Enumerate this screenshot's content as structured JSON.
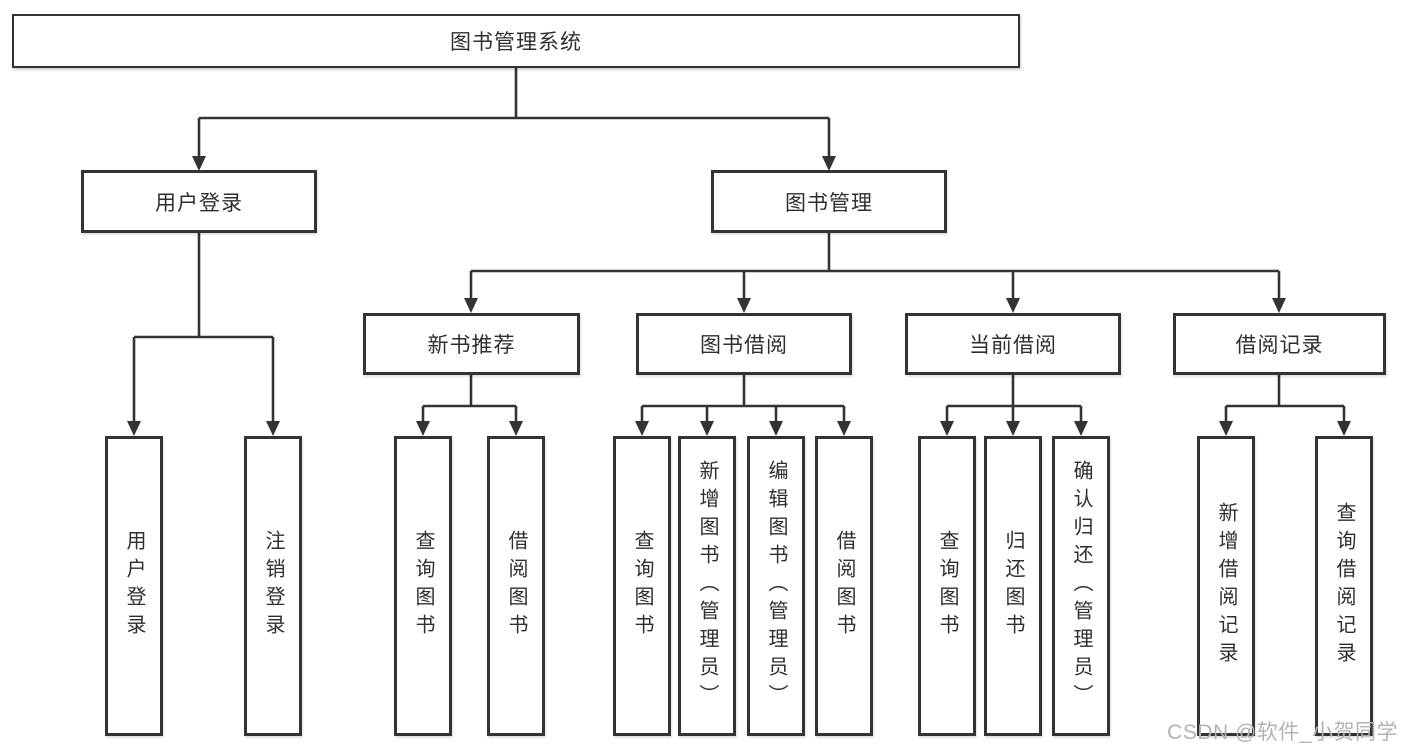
{
  "title": "图书管理系统",
  "watermark": "CSDN @软件_小贺同学",
  "colors": {
    "line": "#333333",
    "text": "#2f2f2f",
    "watermark": "#b3b3b3",
    "background": "#ffffff"
  },
  "nodes": {
    "root": {
      "label": "图书管理系统"
    },
    "level2": [
      {
        "id": "user-login",
        "label": "用户登录"
      },
      {
        "id": "book-management",
        "label": "图书管理"
      }
    ],
    "level3": [
      {
        "id": "new-book-recommend",
        "label": "新书推荐",
        "parent": "book-management"
      },
      {
        "id": "book-borrowing",
        "label": "图书借阅",
        "parent": "book-management"
      },
      {
        "id": "current-borrowing",
        "label": "当前借阅",
        "parent": "book-management"
      },
      {
        "id": "borrowing-records",
        "label": "借阅记录",
        "parent": "book-management"
      }
    ],
    "leaves": [
      {
        "id": "user-login-action",
        "label": "用户登录",
        "parent": "user-login"
      },
      {
        "id": "logout",
        "label": "注销登录",
        "parent": "user-login"
      },
      {
        "id": "search-books-recommend",
        "label": "查询图书",
        "parent": "new-book-recommend"
      },
      {
        "id": "borrow-books-recommend",
        "label": "借阅图书",
        "parent": "new-book-recommend"
      },
      {
        "id": "search-books-borrowing",
        "label": "查询图书",
        "parent": "book-borrowing"
      },
      {
        "id": "add-books-admin",
        "label": "新增图书（管理员）",
        "parent": "book-borrowing"
      },
      {
        "id": "edit-books-admin",
        "label": "编辑图书（管理员）",
        "parent": "book-borrowing"
      },
      {
        "id": "borrow-books-borrowing",
        "label": "借阅图书",
        "parent": "book-borrowing"
      },
      {
        "id": "search-books-current",
        "label": "查询图书",
        "parent": "current-borrowing"
      },
      {
        "id": "return-books",
        "label": "归还图书",
        "parent": "current-borrowing"
      },
      {
        "id": "confirm-return-admin",
        "label": "确认归还（管理员）",
        "parent": "current-borrowing"
      },
      {
        "id": "add-borrow-record",
        "label": "新增借阅记录",
        "parent": "borrowing-records"
      },
      {
        "id": "search-borrow-record",
        "label": "查询借阅记录",
        "parent": "borrowing-records"
      }
    ]
  }
}
